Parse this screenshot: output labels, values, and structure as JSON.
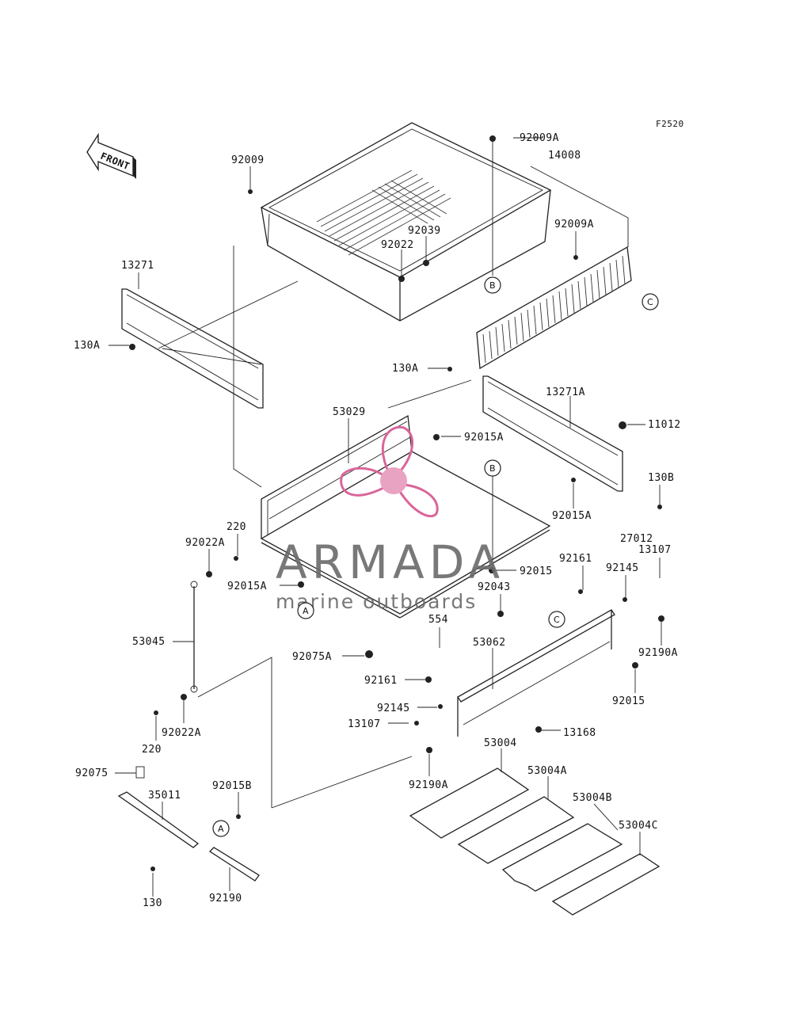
{
  "figure_code": "F2520",
  "front_label": "FRONT",
  "watermark": {
    "brand": "ARMADA",
    "tagline": "marine outboards",
    "colors": {
      "prop": "#d9669a",
      "hub": "#e9a3c2",
      "text": "#6a6a6a"
    }
  },
  "callouts": {
    "A": "A",
    "B": "B",
    "C": "C"
  },
  "parts": {
    "p92009": "92009",
    "p92009A_top": "92009A",
    "p14008": "14008",
    "p92009A_right": "92009A",
    "p92039": "92039",
    "p92022": "92022",
    "p13271": "13271",
    "p130A_left": "130A",
    "p130A_mid": "130A",
    "p13271A": "13271A",
    "p53029": "53029",
    "p92015A_top": "92015A",
    "p11012": "11012",
    "p130B": "130B",
    "p92015A_right": "92015A",
    "p220_top": "220",
    "p92022A_top": "92022A",
    "p92015A_left": "92015A",
    "p92015": "92015",
    "p92043": "92043",
    "p27012": "27012",
    "p13107_right": "13107",
    "p92161_right": "92161",
    "p92145_right": "92145",
    "p53045": "53045",
    "p554": "554",
    "p53062": "53062",
    "p92075A": "92075A",
    "p92190A_right": "92190A",
    "p92161_mid": "92161",
    "p92015_right": "92015",
    "p92145_mid": "92145",
    "p13107_mid": "13107",
    "p13168": "13168",
    "p220_bot": "220",
    "p92022A_bot": "92022A",
    "p53004": "53004",
    "p53004A": "53004A",
    "p92190A_mid": "92190A",
    "p53004B": "53004B",
    "p53004C": "53004C",
    "p92075": "92075",
    "p35011": "35011",
    "p92015B": "92015B",
    "p130": "130",
    "p92190": "92190"
  }
}
